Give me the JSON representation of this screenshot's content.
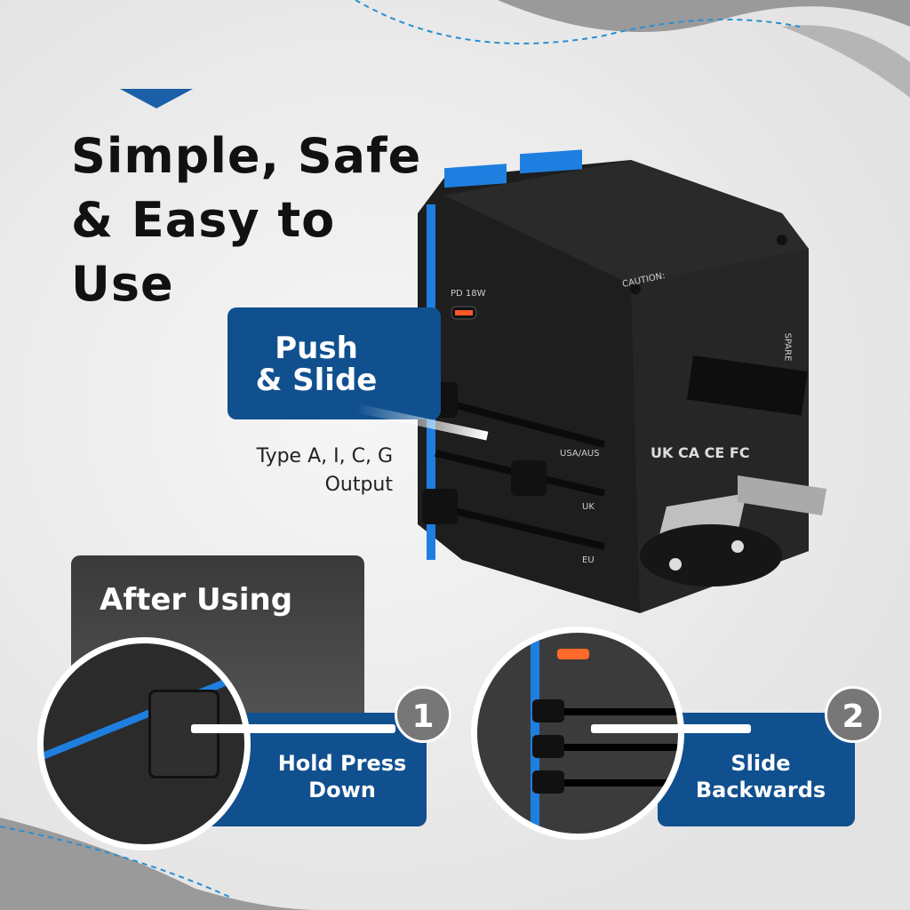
{
  "headline": {
    "line1": "Simple, Safe",
    "line2": "& Easy to",
    "line3": "Use"
  },
  "push_slide": {
    "line1": "Push",
    "line2": "& Slide"
  },
  "output_note": {
    "line1": "Type A, I, C, G",
    "line2": "Output"
  },
  "after_using": {
    "title": "After Using"
  },
  "step1": {
    "number": "1",
    "line1": "Hold Press",
    "line2": "Down"
  },
  "step2": {
    "number": "2",
    "line1": "Slide",
    "line2": "Backwards"
  },
  "product_labels": {
    "usa": "USA/AUS",
    "uk": "UK",
    "eu": "EU",
    "spare": "SPARE",
    "pd": "PD 18W",
    "caution": "CAUTION:",
    "cert": "UK CA  CE  FC"
  },
  "colors": {
    "brand_blue": "#10508f",
    "accent_blue": "#1e7fe0",
    "dark_panel": "#3a3a3a",
    "badge": "#777777"
  }
}
